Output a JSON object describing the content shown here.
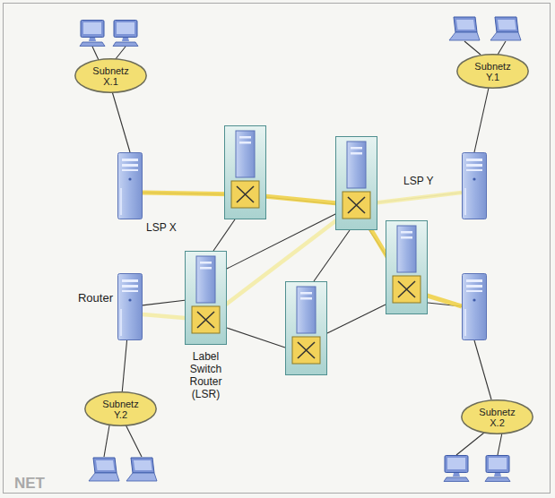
{
  "diagram": {
    "nodes": [
      {
        "text": [
          "Subnetz X.1"
        ]
      },
      {
        "text": [
          "Subnetz Y.1"
        ]
      },
      {
        "text": [
          "Router"
        ]
      },
      {
        "text": [
          "Label Switch Router (LSR)"
        ]
      },
      {
        "text": [
          "Subnetz Y.2"
        ]
      },
      {
        "text": [
          "Subnetz X.2"
        ]
      }
    ],
    "edges": [
      {
        "from": 4,
        "to": 2,
        "arrow": "none"
      },
      {
        "from": 2,
        "to": 3,
        "arrow": "none"
      }
    ],
    "labels": [
      "LSP X",
      "LSP Y",
      "NET"
    ]
  }
}
